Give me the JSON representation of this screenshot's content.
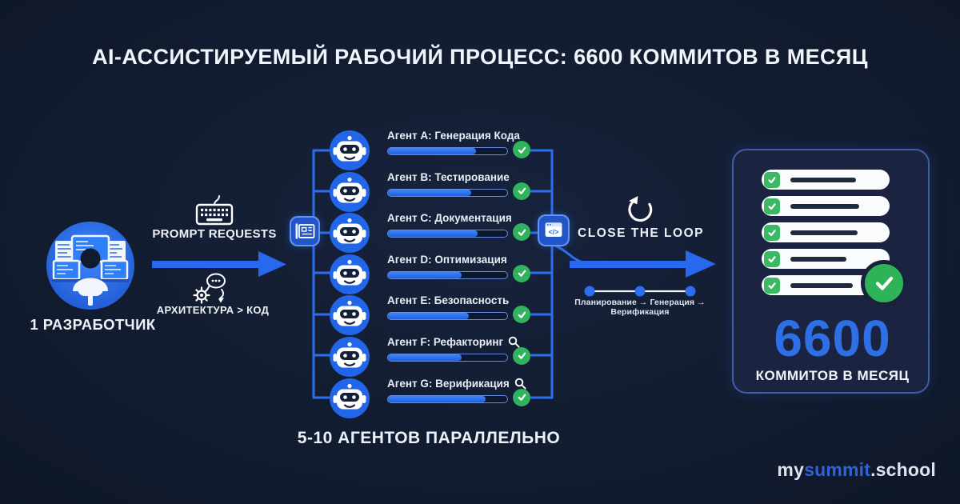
{
  "title": "AI-АССИСТИРУЕМЫЙ РАБОЧИЙ ПРОЦЕСС: 6600 КОММИТОВ В МЕСЯЦ",
  "left": {
    "developer_label": "1 РАЗРАБОТЧИК",
    "prompt_label": "PROMPT REQUESTS",
    "architecture_label": "АРХИТЕКТУРА > КОД"
  },
  "agents": {
    "items": [
      {
        "label": "Агент A: Генерация Кода",
        "progress": 74,
        "magnifier": false
      },
      {
        "label": "Агент B: Тестирование",
        "progress": 70,
        "magnifier": false
      },
      {
        "label": "Агент C: Документация",
        "progress": 75,
        "magnifier": false
      },
      {
        "label": "Агент D: Оптимизация",
        "progress": 62,
        "magnifier": false
      },
      {
        "label": "Агент E: Безопасность",
        "progress": 68,
        "magnifier": false
      },
      {
        "label": "Агент F: Рефакторинг",
        "progress": 62,
        "magnifier": true
      },
      {
        "label": "Агент G: Верификация",
        "progress": 82,
        "magnifier": true
      }
    ],
    "footer": "5-10 АГЕНТОВ ПАРАЛЛЕЛЬНО"
  },
  "loop": {
    "label": "CLOSE THE LOOP",
    "pipeline": "Планирование → Генерация → Верификация"
  },
  "result": {
    "value": "6600",
    "caption": "КОММИТОВ В МЕСЯЦ",
    "checklist_lines": [
      82,
      86,
      84,
      70,
      78
    ]
  },
  "logo": {
    "part1": "my",
    "part2": "summit",
    "part3": ".school"
  },
  "colors": {
    "background": "#121c30",
    "accent": "#2b6ef0",
    "green": "#2fb35c",
    "card": "#1a2440",
    "white": "#fbfcfe"
  }
}
